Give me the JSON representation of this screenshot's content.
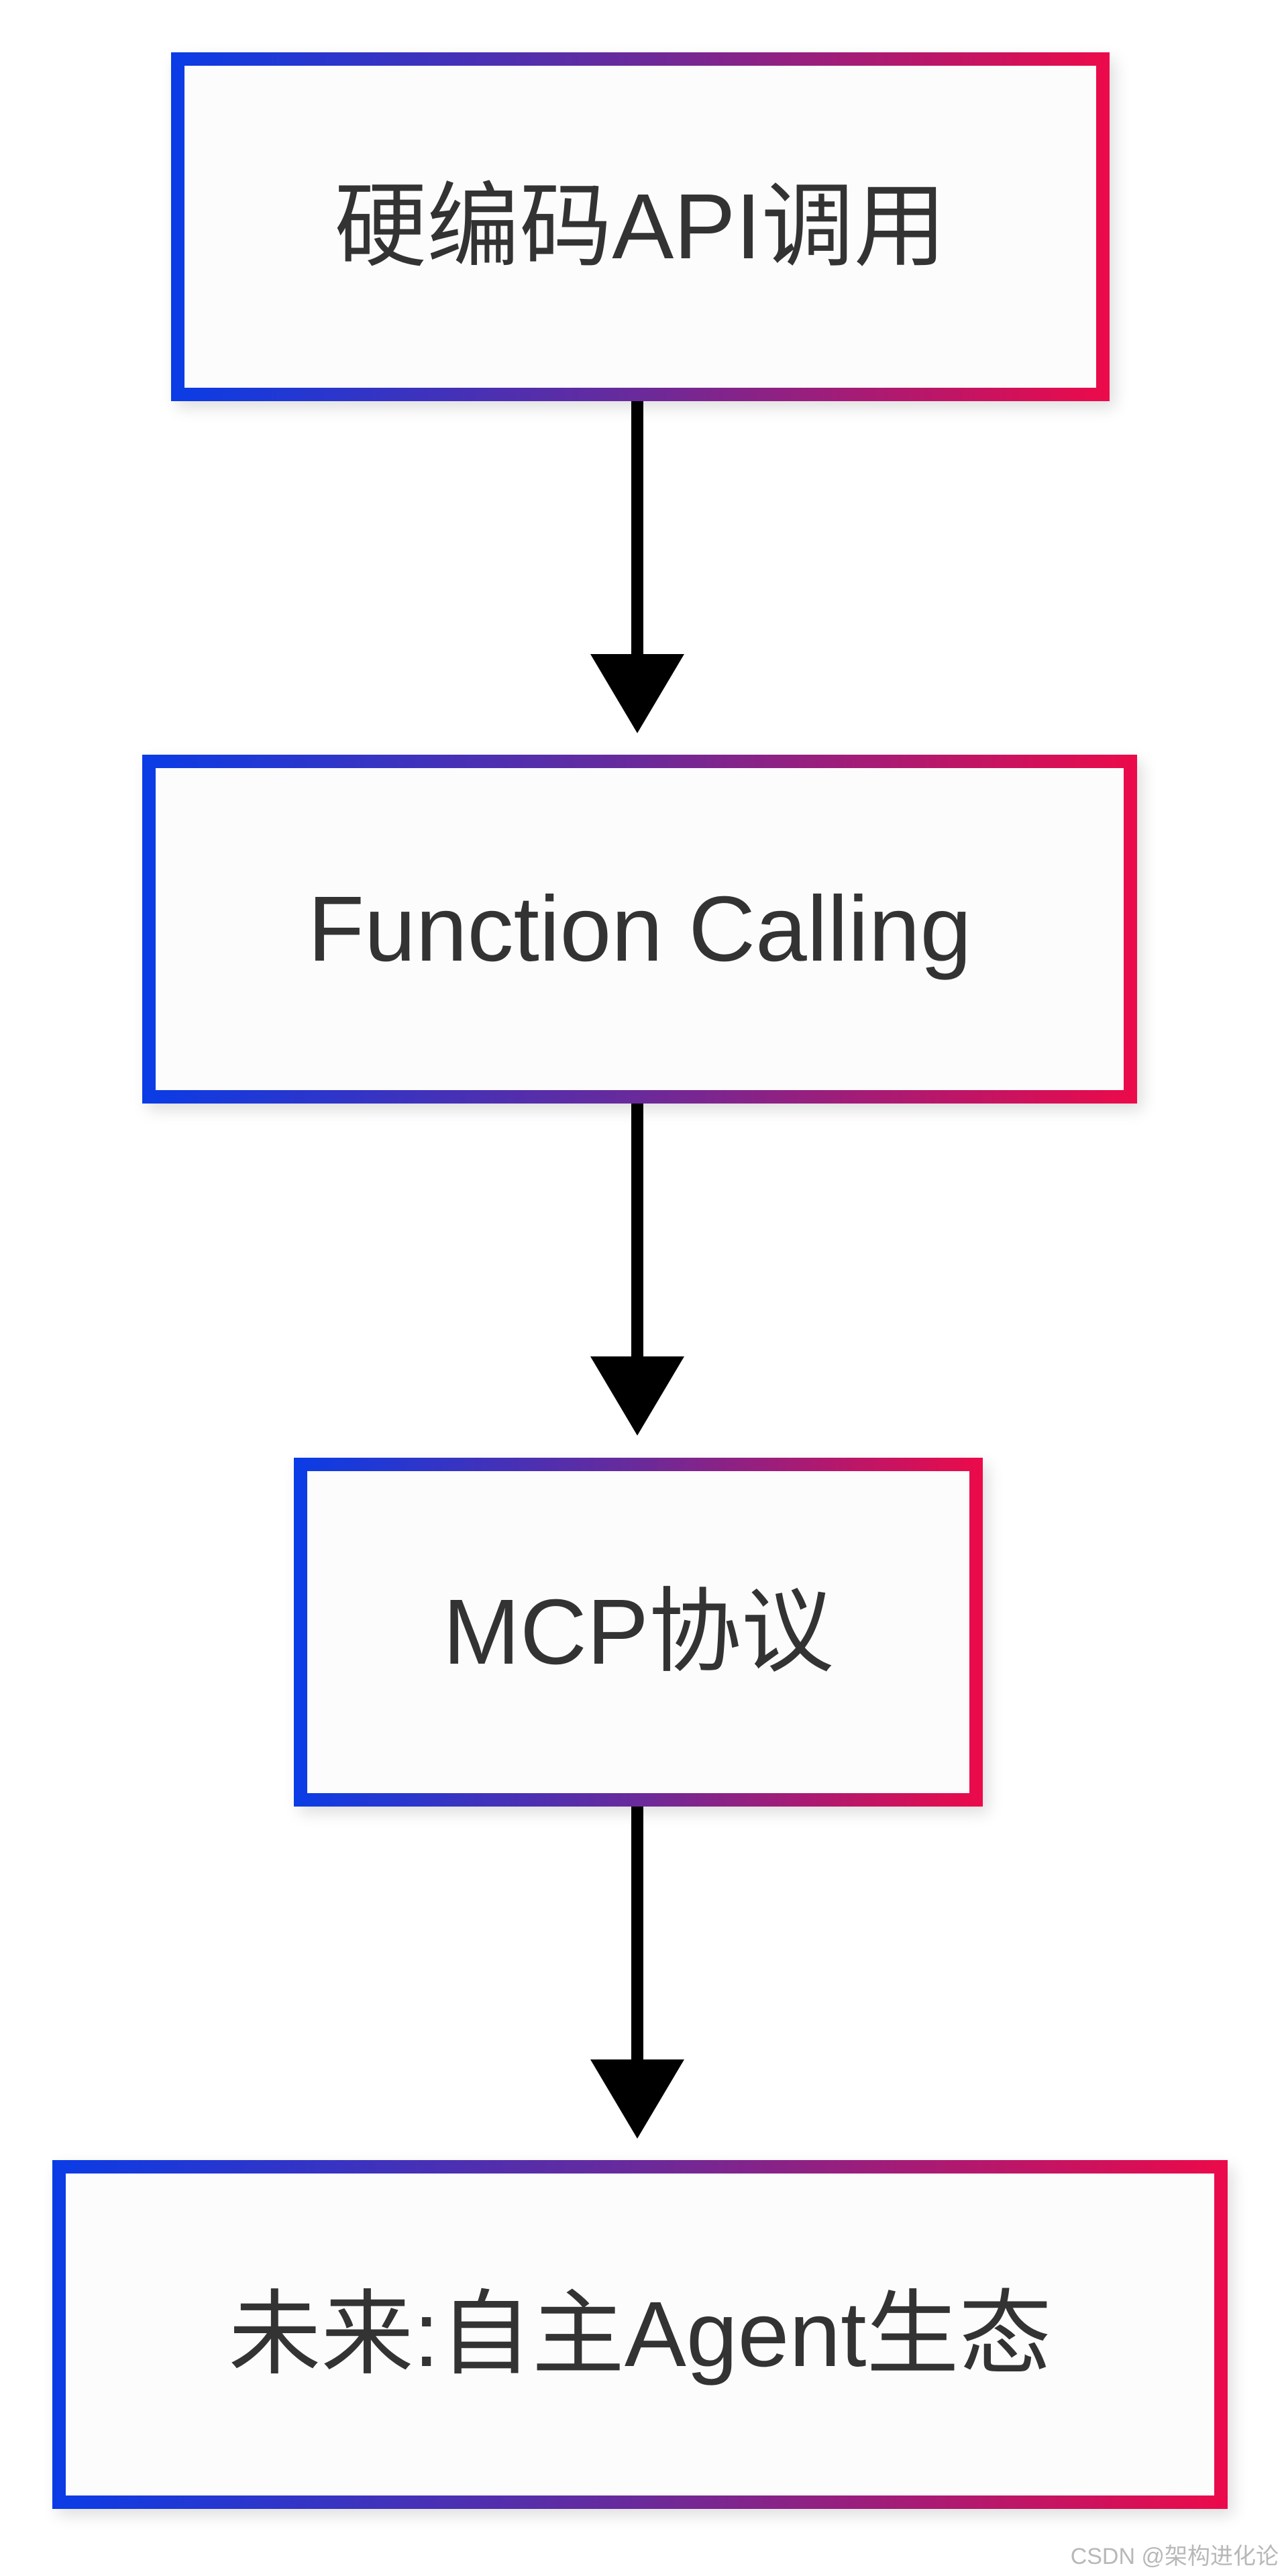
{
  "diagram": {
    "nodes": [
      {
        "id": "hardcoded-api",
        "label": "硬编码API调用"
      },
      {
        "id": "function-calling",
        "label": "Function Calling"
      },
      {
        "id": "mcp-protocol",
        "label": "MCP协议"
      },
      {
        "id": "future-agent",
        "label": "未来:自主Agent生态"
      }
    ],
    "edges": [
      {
        "from": "hardcoded-api",
        "to": "function-calling"
      },
      {
        "from": "function-calling",
        "to": "mcp-protocol"
      },
      {
        "from": "mcp-protocol",
        "to": "future-agent"
      }
    ]
  },
  "colors": {
    "border_gradient_start": "#0a3ce6",
    "border_gradient_mid": "#6a2a9a",
    "border_gradient_end": "#ec0a4a",
    "node_fill": "#fcfcfc",
    "label_text": "#333333",
    "arrow": "#000000"
  },
  "watermark": "CSDN @架构进化论"
}
